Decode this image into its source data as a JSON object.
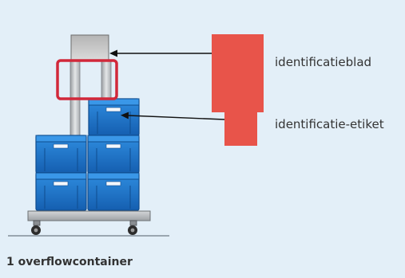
{
  "labels": {
    "identification_sheet": "identificatieblad",
    "identification_tag": "identificatie-etiket"
  },
  "caption": "1 overflowcontainer",
  "colors": {
    "background": "#e3eff8",
    "marker_red": "#e8544a",
    "highlight_outline": "#d1283a",
    "crate_blue": "#1e78d0",
    "frame_grey": "#b8bcc0",
    "text": "#333333"
  }
}
